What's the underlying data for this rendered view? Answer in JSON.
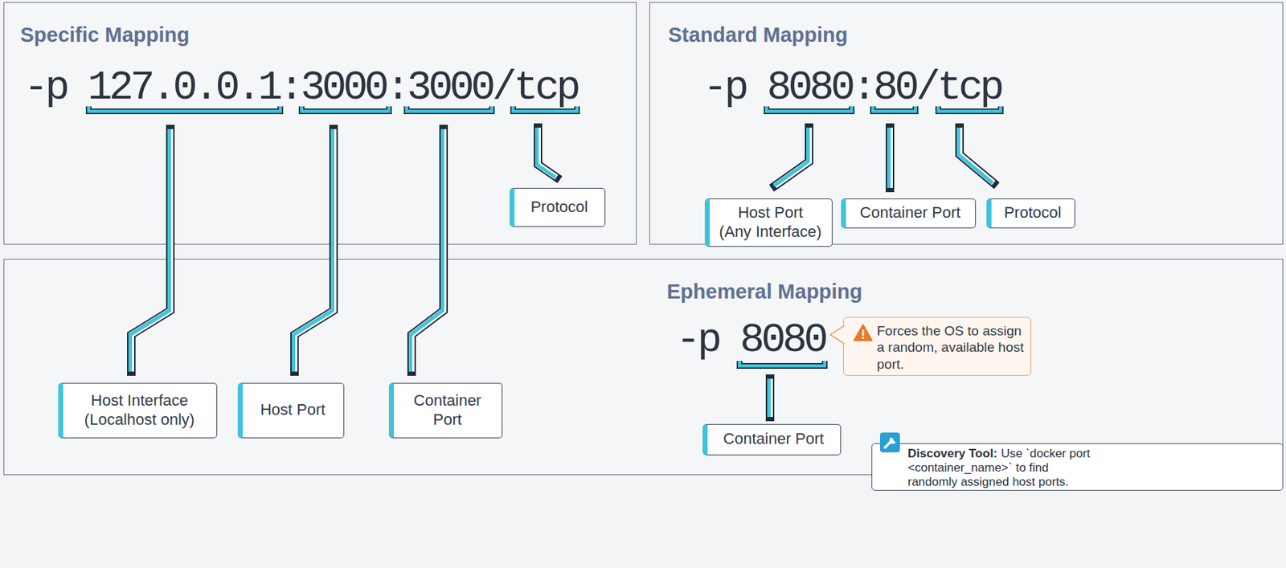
{
  "diagram": {
    "nodes": [
      {
        "text": [
          "Specific Mapping",
          "-p 127.0.0.1:3000:3000/tcp"
        ]
      },
      {
        "text": [
          "Protocol"
        ],
        "in": 0
      },
      {
        "text": [
          "Standard Mapping",
          "-p 8080:80/tcp"
        ]
      },
      {
        "text": [
          "Host Port",
          "(Any Interface)"
        ],
        "in": 2
      },
      {
        "text": [
          "Container Port"
        ],
        "in": 2
      },
      {
        "text": [
          "Protocol"
        ],
        "in": 2
      },
      {
        "text": [
          "Ephemeral Mapping",
          "-p 8080"
        ]
      },
      {
        "text": [
          "Host Interface",
          "(Localhost only)"
        ],
        "in": 6
      },
      {
        "text": [
          "Host Port"
        ],
        "in": 6
      },
      {
        "text": [
          "Container Port"
        ],
        "in": 6
      },
      {
        "text": [
          "Forces the OS to assign a random, available host port."
        ],
        "in": 6
      },
      {
        "text": [
          "Container Port"
        ],
        "in": 6
      },
      {
        "text": [
          "Discovery Tool:",
          "Use `docker port <container_name>` to find randomly assigned host ports."
        ]
      }
    ]
  }
}
